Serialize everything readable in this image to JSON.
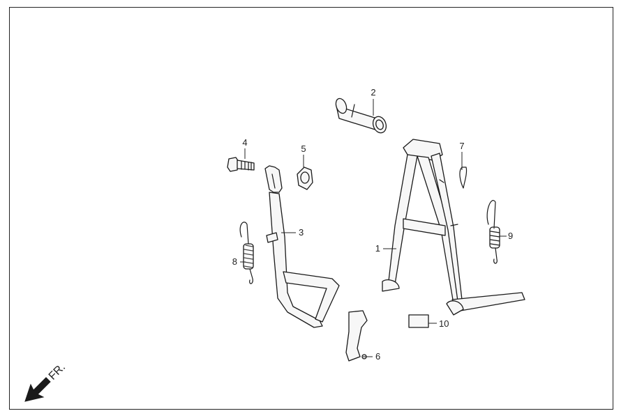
{
  "diagram": {
    "callouts": [
      {
        "id": "callout-1",
        "text": "1"
      },
      {
        "id": "callout-2",
        "text": "2"
      },
      {
        "id": "callout-3",
        "text": "3"
      },
      {
        "id": "callout-4",
        "text": "4"
      },
      {
        "id": "callout-5",
        "text": "5"
      },
      {
        "id": "callout-6",
        "text": "6"
      },
      {
        "id": "callout-7",
        "text": "7"
      },
      {
        "id": "callout-8",
        "text": "8"
      },
      {
        "id": "callout-9",
        "text": "9"
      },
      {
        "id": "callout-10",
        "text": "10"
      }
    ],
    "orientation_label": "FR."
  },
  "colors": {
    "ink": "#1a1a1a",
    "paper": "#ffffff"
  }
}
